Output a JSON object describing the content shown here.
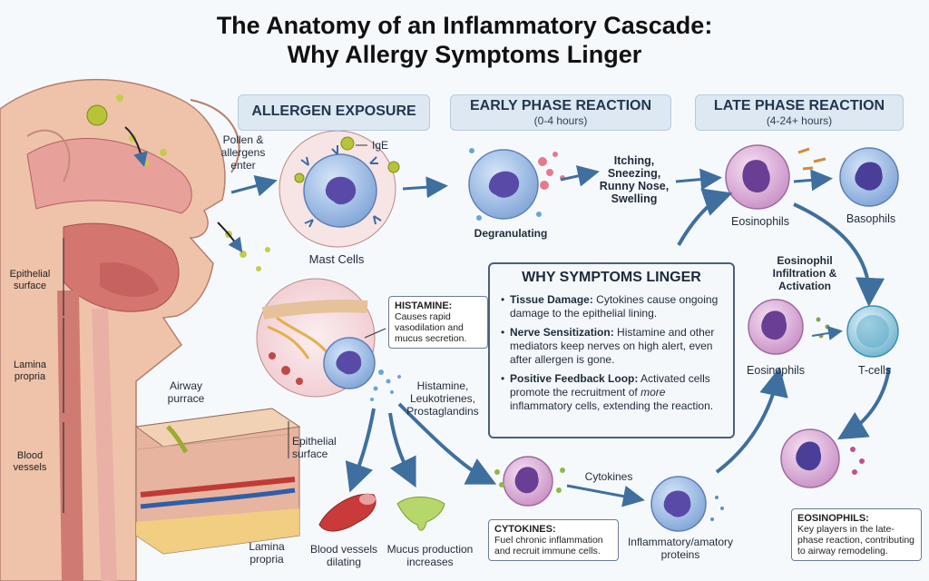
{
  "title_line1": "The Anatomy of an Inflammatory Cascade:",
  "title_line2": "Why Allergy Symptoms Linger",
  "stages": [
    {
      "heading": "ALLERGEN EXPOSURE",
      "sub": ""
    },
    {
      "heading": "EARLY PHASE REACTION",
      "sub": "(0-4 hours)"
    },
    {
      "heading": "LATE PHASE REACTION",
      "sub": "(4-24+ hours)"
    }
  ],
  "labels": {
    "pollen": "Pollen & allergens enter",
    "ige": "IgE",
    "mast_cells": "Mast Cells",
    "degranulating": "Degranulating",
    "symptoms": "Itching, Sneezing, Runny Nose, Swelling",
    "eosinophils_top": "Eosinophils",
    "basophils": "Basophils",
    "eos_infiltration": "Eosinophil Infiltration & Activation",
    "eosinophils_mid": "Eosinophils",
    "tcells": "T-cells",
    "mediators": "Histamine, Leukotrienes, Prostaglandins",
    "airway": "Airway purrace",
    "epithelial_surface_block": "Epithelial surface",
    "lamina_block": "Lamina propria",
    "vessels_dilating": "Blood vessels dilating",
    "mucus_production": "Mucus production increases",
    "cytokines_flow": "Cytokines",
    "inflammatory_proteins": "Inflammatory/amatory proteins"
  },
  "side_labels": {
    "epithelial": "Epithelial surface",
    "lamina": "Lamina propria",
    "vessels": "Blood vessels"
  },
  "histamine_box": {
    "title": "HISTAMINE:",
    "text": "Causes rapid vasodilation and mucus secretion."
  },
  "cytokines_box": {
    "title": "CYTOKINES:",
    "text": "Fuel chronic inflammation and recruit immune cells."
  },
  "eosinophils_box": {
    "title": "EOSINOPHILS:",
    "text": "Key players in the late-phase reaction, contributing to airway remodeling."
  },
  "why": {
    "heading": "WHY SYMPTOMS LINGER",
    "items": [
      {
        "term": "Tissue Damage:",
        "text": " Cytokines cause ongoing damage to the epithelial lining."
      },
      {
        "term": "Nerve Sensitization:",
        "text": " Histamine and other mediators keep nerves on high alert, even after allergen is gone."
      },
      {
        "term": "Positive Feedback Loop:",
        "text": " Activated cells promote the recruitment of ",
        "em": "more",
        "tail": " inflammatory cells, extending the reaction."
      }
    ]
  },
  "colors": {
    "cell_blue": "#8fb2df",
    "nucleus": "#5a4aa8",
    "eos_pink": "#d8a9d6",
    "arrow": "#3f6f9e",
    "tissue": "#d9847c"
  }
}
